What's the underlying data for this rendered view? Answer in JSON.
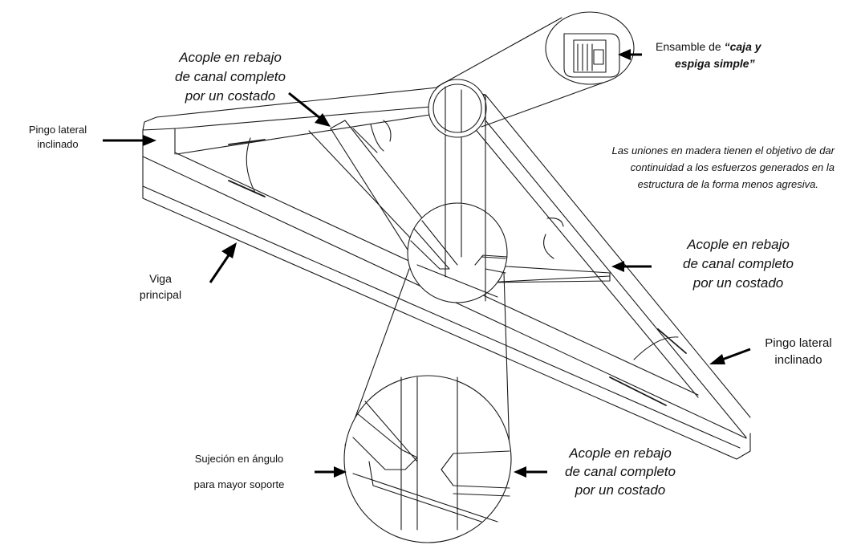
{
  "labels": {
    "pingo_left": [
      "Pingo lateral",
      "inclinado"
    ],
    "acople_top": [
      "Acople en rebajo",
      "de canal completo",
      "por un costado"
    ],
    "ensamble_prefix": "Ensamble de ",
    "ensamble_bold_1": "“caja y",
    "ensamble_bold_2": "espiga simple”",
    "uniones_note": [
      "Las uniones en madera tienen el objetivo de dar",
      "continuidad a los esfuerzos generados en la",
      "estructura de la forma menos agresiva."
    ],
    "acople_right": [
      "Acople en rebajo",
      "de canal completo",
      "por un costado"
    ],
    "viga": [
      "Viga",
      "principal"
    ],
    "pingo_right": [
      "Pingo lateral",
      "inclinado"
    ],
    "sujecion": [
      "Sujeción en ángulo",
      "para mayor soporte"
    ],
    "acople_bottom": [
      "Acople en rebajo",
      "de canal completo",
      "por un costado"
    ]
  }
}
